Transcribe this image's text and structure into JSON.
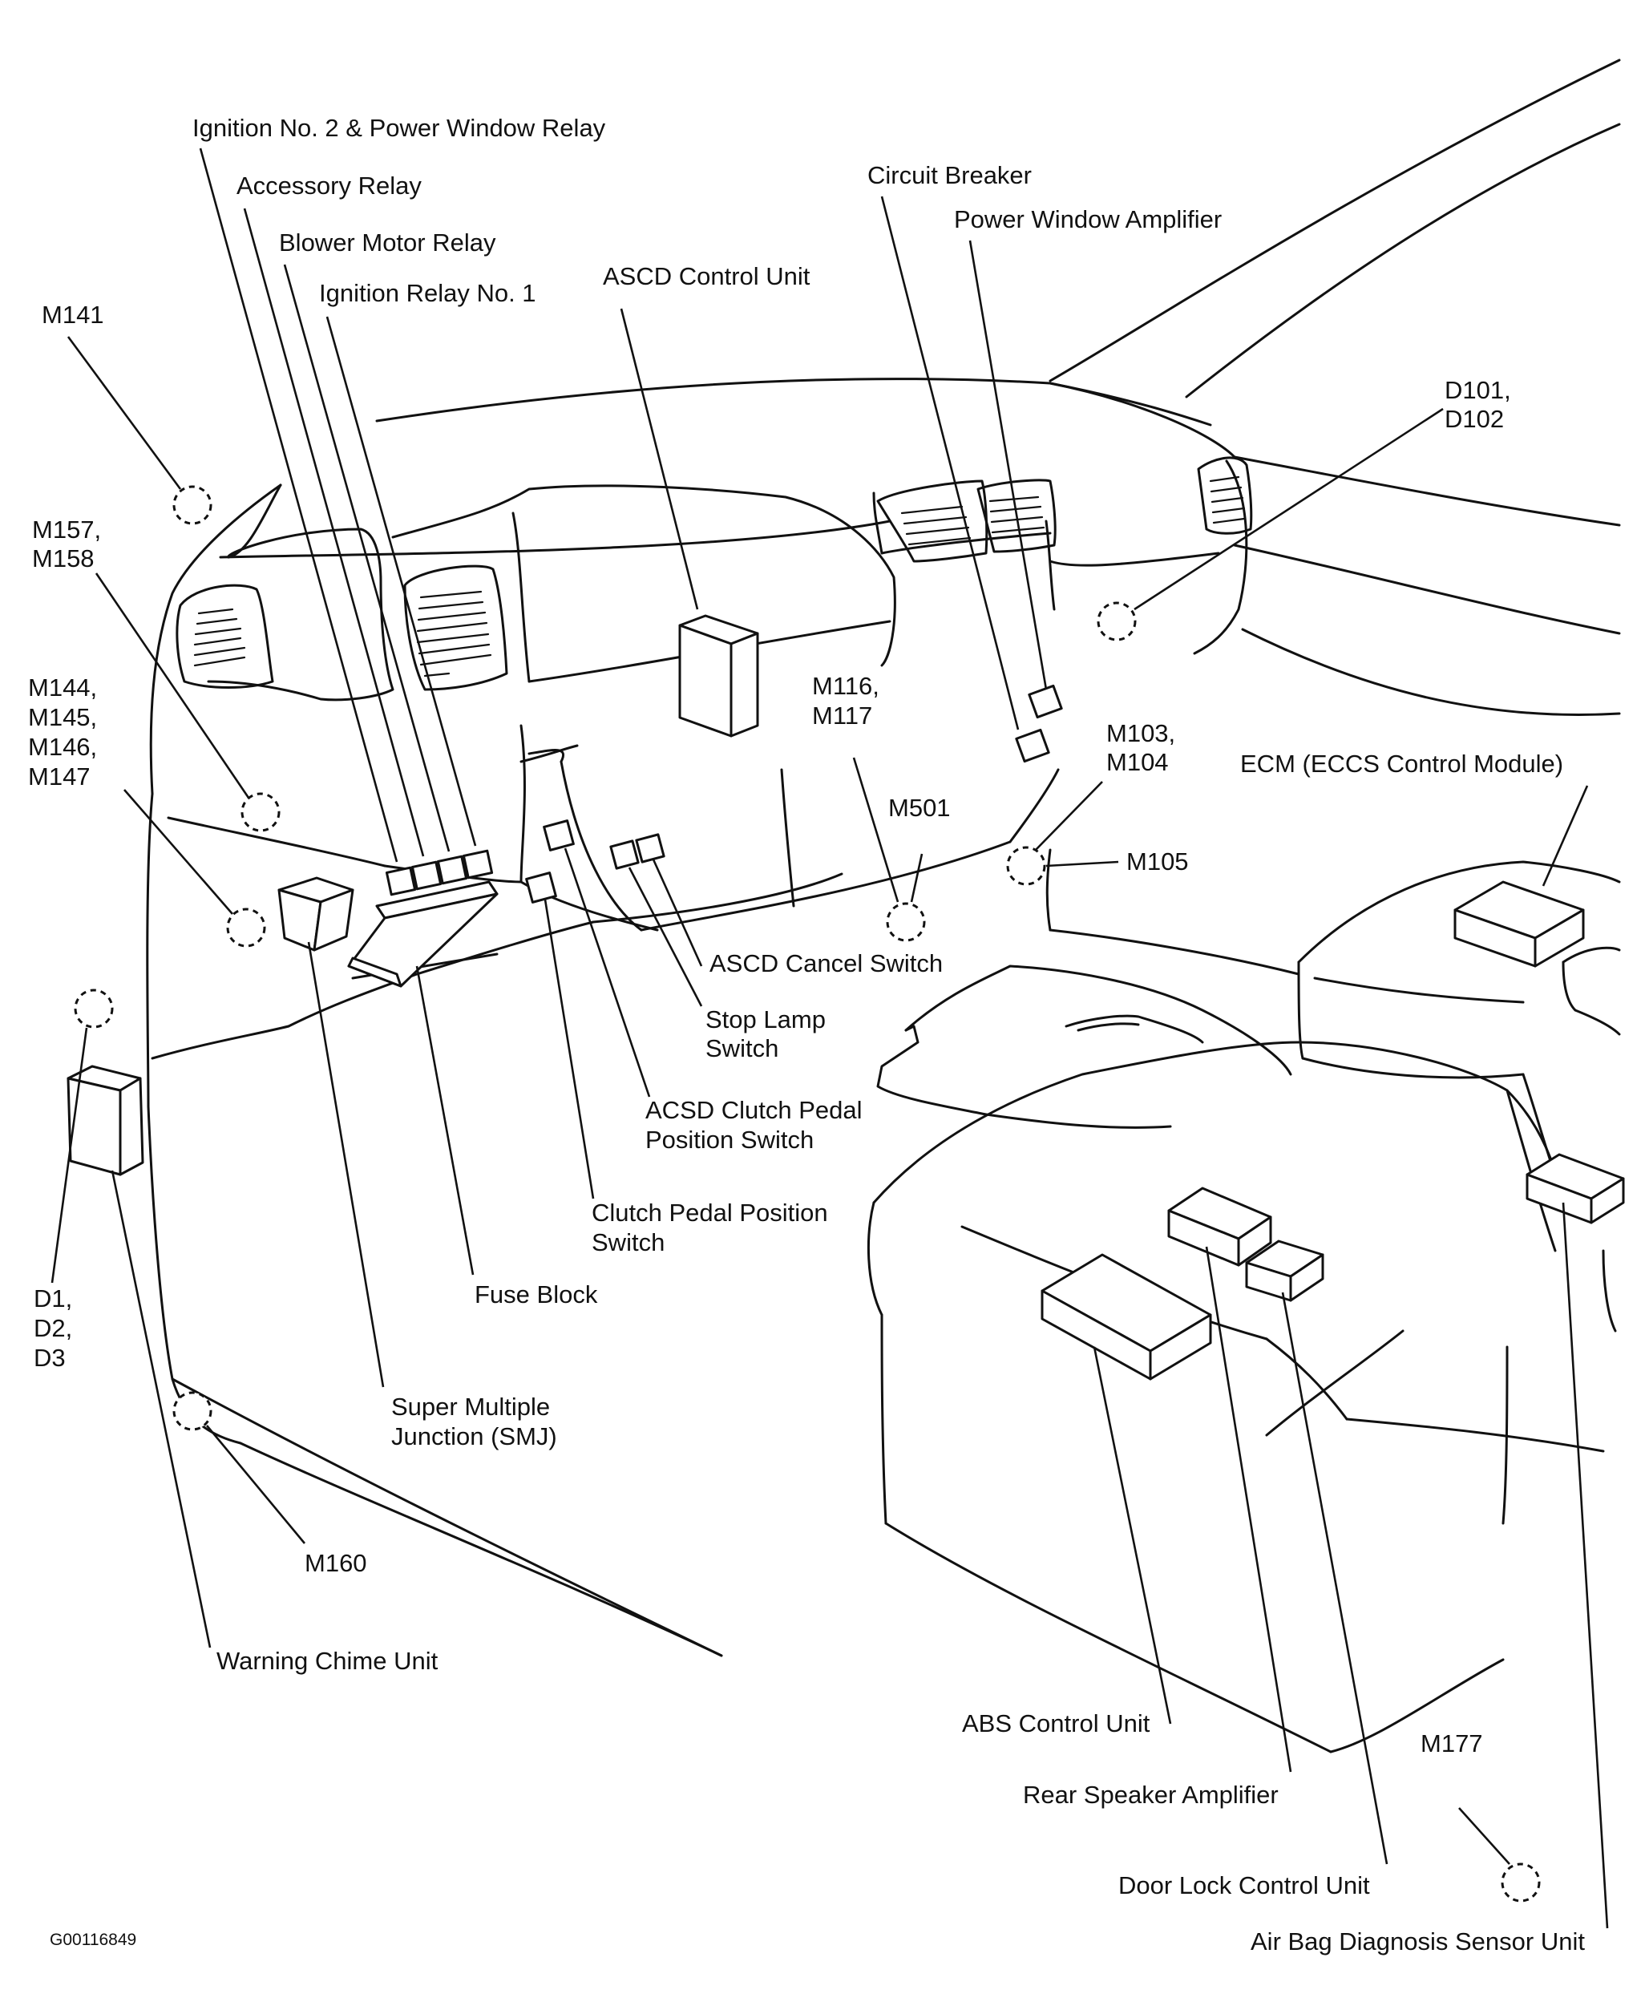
{
  "figure_code": "G00116849",
  "labels": {
    "ign2_relay": "Ignition No. 2 & Power Window Relay",
    "accessory_relay": "Accessory Relay",
    "blower_relay": "Blower Motor Relay",
    "ign_relay1": "Ignition Relay No. 1",
    "ascd_control_unit": "ASCD Control Unit",
    "circuit_breaker": "Circuit Breaker",
    "pw_amplifier": "Power Window Amplifier",
    "m141": "M141",
    "d101_l1": "D101,",
    "d101_l2": "D102",
    "m157_l1": "M157,",
    "m157_l2": "M158",
    "m144_l1": "M144,",
    "m144_l2": "M145,",
    "m144_l3": "M146,",
    "m144_l4": "M147",
    "m116_l1": "M116,",
    "m116_l2": "M117",
    "m103_l1": "M103,",
    "m103_l2": "M104",
    "ecm": "ECM (ECCS Control Module)",
    "m501": "M501",
    "m105": "M105",
    "ascd_cancel": "ASCD Cancel Switch",
    "stop_lamp_l1": "Stop Lamp",
    "stop_lamp_l2": "Switch",
    "acsd_clutch_l1": "ACSD Clutch Pedal",
    "acsd_clutch_l2": "Position Switch",
    "clutch_pos_l1": "Clutch Pedal Position",
    "clutch_pos_l2": "Switch",
    "fuse_block": "Fuse Block",
    "d_l1": "D1,",
    "d_l2": "D2,",
    "d_l3": "D3",
    "smj_l1": "Super Multiple",
    "smj_l2": "Junction (SMJ)",
    "m160": "M160",
    "warning_chime": "Warning Chime Unit",
    "abs_unit": "ABS Control Unit",
    "rear_speaker": "Rear Speaker Amplifier",
    "m177": "M177",
    "door_lock": "Door Lock Control Unit",
    "airbag": "Air Bag Diagnosis Sensor Unit"
  }
}
